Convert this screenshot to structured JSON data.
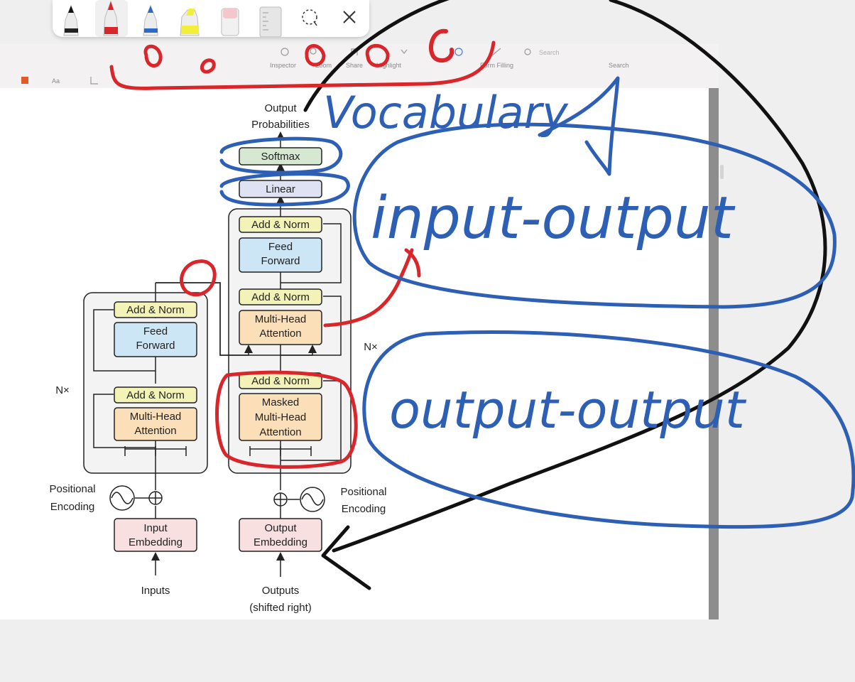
{
  "toolbar": {
    "inspector": "Inspector",
    "zoom": "Zoom",
    "share": "Share",
    "highlight": "Highlight",
    "form_filling": "Form Filling",
    "search_placeholder": "Search",
    "search_label": "Search",
    "font_button": "Aa"
  },
  "pen_palette": {
    "tools": [
      "black-pen",
      "red-pen",
      "blue-pen",
      "yellow-highlighter",
      "eraser",
      "ruler",
      "lasso-select",
      "close"
    ]
  },
  "diagram": {
    "output_probabilities": [
      "Output",
      "Probabilities"
    ],
    "softmax": "Softmax",
    "linear": "Linear",
    "add_norm": "Add & Norm",
    "feed_forward": [
      "Feed",
      "Forward"
    ],
    "multi_head_attention": [
      "Multi-Head",
      "Attention"
    ],
    "masked_multi_head_attention": [
      "Masked",
      "Multi-Head",
      "Attention"
    ],
    "nx": "N×",
    "positional_encoding": [
      "Positional",
      "Encoding"
    ],
    "input_embedding": [
      "Input",
      "Embedding"
    ],
    "output_embedding": [
      "Output",
      "Embedding"
    ],
    "inputs": "Inputs",
    "outputs": [
      "Outputs",
      "(shifted right)"
    ]
  },
  "annotations": {
    "vocabulary": "Vocabulary",
    "input_output": "input-output",
    "output_output": "output-output"
  },
  "colors": {
    "red_ink": "#d8262a",
    "blue_ink": "#2d5fb5",
    "black_ink": "#111111",
    "softmax_fill": "#d6e8d2",
    "linear_fill": "#dfe2f3",
    "addnorm_fill": "#f3f3b8",
    "ff_fill": "#cde6f5",
    "attn_fill": "#fbdfb8",
    "embed_fill": "#f8dfe0",
    "block_fill": "#f3f3f3"
  }
}
